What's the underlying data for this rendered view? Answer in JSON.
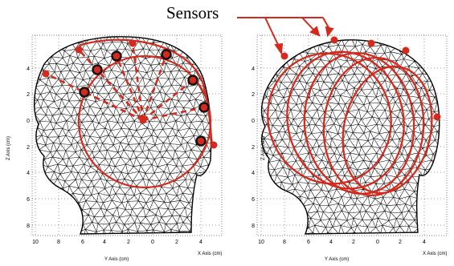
{
  "title": "Sensors",
  "colors": {
    "accent": "#d42a1e",
    "mesh": "#000000",
    "sensor_outline": "#111111"
  },
  "left_panel": {
    "y_axis_label": "Z Axis (cm)",
    "x_axis_label_1": "Y Axis (cm)",
    "x_axis_label_2": "X Axis (cm)",
    "y_ticks": [
      "4",
      "2",
      "0",
      "2",
      "4",
      "6",
      "8"
    ],
    "x_ticks": [
      "10",
      "8",
      "6",
      "4",
      "2",
      "0",
      "2",
      "4"
    ]
  },
  "right_panel": {
    "y_axis_label": "Z Axis (cm)",
    "x_axis_label_1": "Y Axis (cm)",
    "x_axis_label_2": "X Axis (cm)",
    "y_ticks": [
      "4",
      "2",
      "0",
      "2",
      "4",
      "6",
      "8"
    ],
    "x_ticks": [
      "10",
      "8",
      "6",
      "4",
      "2",
      "0",
      "2",
      "4"
    ]
  }
}
